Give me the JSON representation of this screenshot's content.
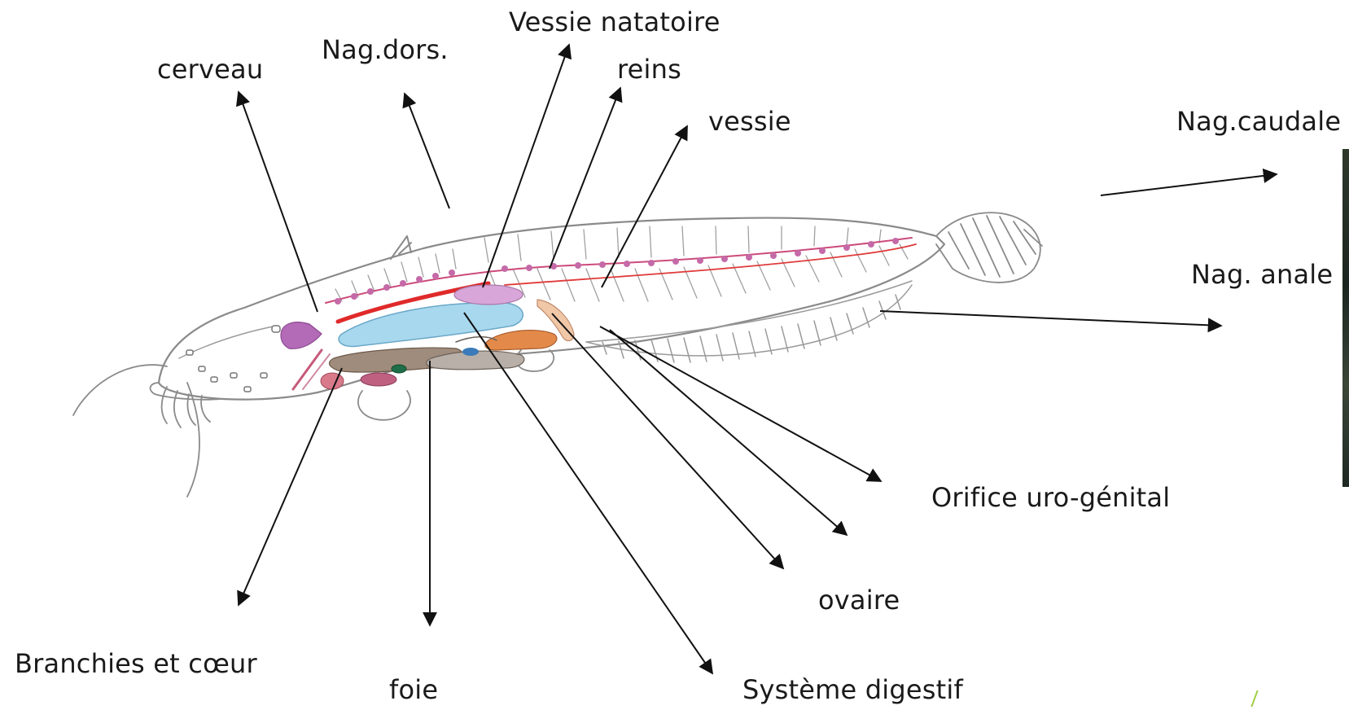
{
  "labels": {
    "cerveau": "cerveau",
    "nag_dors": "Nag.dors.",
    "vessie_natatoire": "Vessie natatoire",
    "reins": "reins",
    "vessie": "vessie",
    "nag_caudale": "Nag.caudale",
    "nag_anale": "Nag. anale",
    "orifice": "Orifice uro-génital",
    "ovaire": "ovaire",
    "branchies": "Branchies et cœur",
    "foie": "foie",
    "systeme_digestif": "Système digestif"
  },
  "colors": {
    "outline": "#8a8a8a",
    "brain": "#b36bb8",
    "swim_bladder": "#a8d8ee",
    "kidney": "#d9a6d9",
    "liver": "#a08c7c",
    "gut": "#e38a4a",
    "spine": "#cc4a7a",
    "artery": "#e03a3a",
    "gills": "#c65a7a",
    "gallbladder": "#1e6e4a",
    "arrow": "#111111"
  }
}
